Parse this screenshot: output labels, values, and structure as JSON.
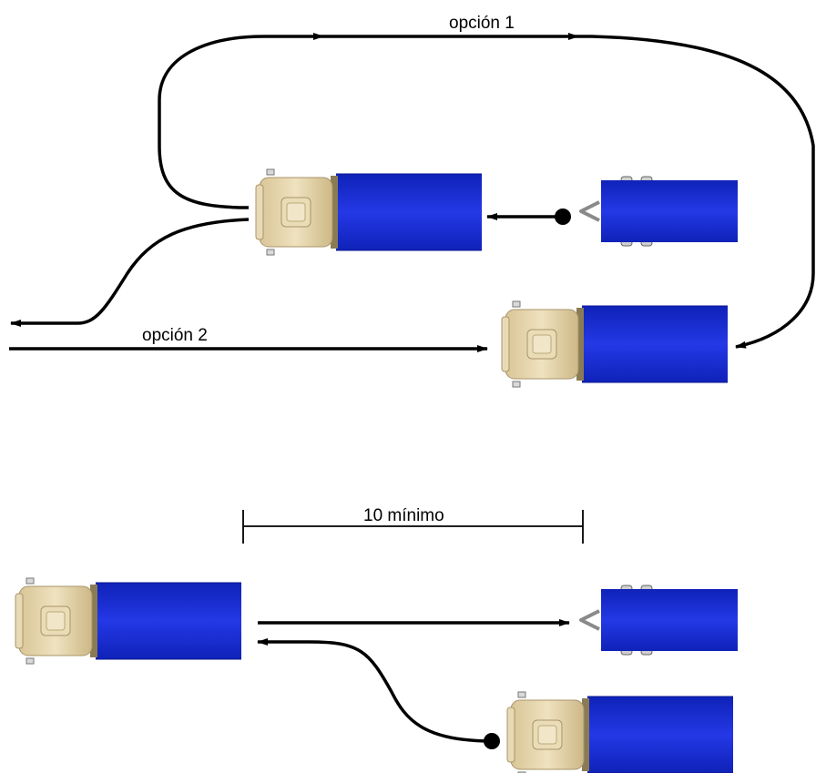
{
  "labels": {
    "option_1": "opción 1",
    "option_2": "opción 2",
    "min_distance": "10 mínimo"
  },
  "colors": {
    "cargo_body": "#1d2fd6",
    "cab": "#e3d3a8",
    "trailer": "#1a2ed4",
    "line": "#000000",
    "hitch": "#8a8a8a"
  }
}
